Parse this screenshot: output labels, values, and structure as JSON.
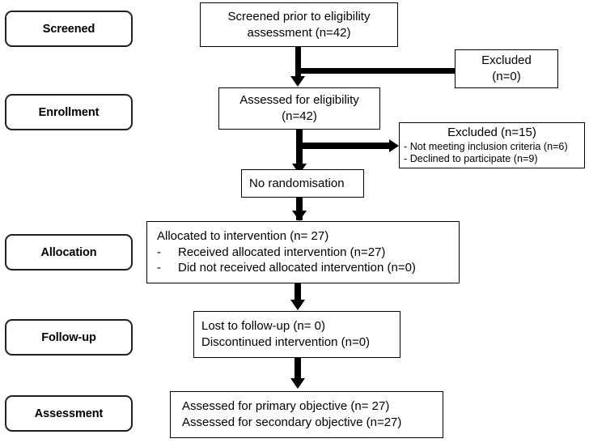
{
  "diagram": {
    "title": "CONSORT participant flow diagram",
    "colors": {
      "stroke": "#000000",
      "stage_label_border": "#231f20",
      "background": "#ffffff"
    }
  },
  "stage_labels": [
    {
      "name": "screened",
      "label": "Screened"
    },
    {
      "name": "enrollment",
      "label": "Enrollment"
    },
    {
      "name": "allocation",
      "label": "Allocation"
    },
    {
      "name": "followup",
      "label": "Follow-up"
    },
    {
      "name": "assessment",
      "label": "Assessment"
    }
  ],
  "boxes": {
    "screened": {
      "line1": "Screened prior to eligibility",
      "line2": "assessment (n=42)"
    },
    "excluded_top": {
      "line1": "Excluded",
      "line2": "(n=0)"
    },
    "assessed_eligibility": {
      "line1": "Assessed for eligibility",
      "line2": "(n=42)"
    },
    "excluded_second": {
      "title": "Excluded (n=15)",
      "sub1": "- Not meeting inclusion criteria (n=6)",
      "sub2": "- Declined to participate (n=9)"
    },
    "no_randomisation": {
      "line1": "No randomisation"
    },
    "allocated": {
      "line1": "Allocated to intervention (n= 27)",
      "dash": "-",
      "item1": "Received allocated intervention (n=27)",
      "item2": "Did not received allocated intervention (n=0)"
    },
    "followup": {
      "line1": "Lost to follow-up (n= 0)",
      "line2": "Discontinued intervention (n=0)"
    },
    "assessment": {
      "line1": "Assessed for primary objective (n= 27)",
      "line2": "Assessed for secondary objective (n=27)"
    }
  }
}
